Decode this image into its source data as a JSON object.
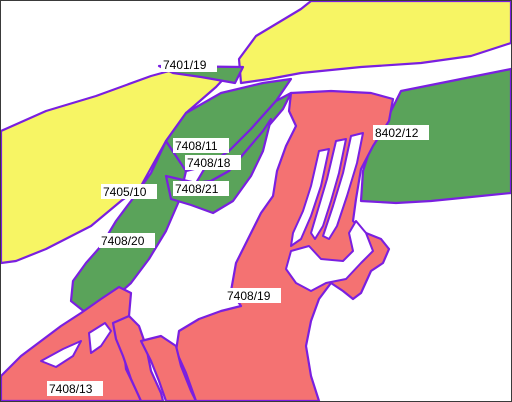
{
  "colors": {
    "green": "#5aa35a",
    "salmon": "#f47272",
    "yellow": "#f7f564",
    "boundary": "#7a1fe0",
    "background": "#ffffff"
  },
  "parcels": {
    "p7401_19": "7401/19",
    "p7408_11": "7408/11",
    "p7408_18": "7408/18",
    "p7408_21": "7408/21",
    "p7405_10": "7405/10",
    "p7408_20": "7408/20",
    "p7408_19": "7408/19",
    "p8402_12": "8402/12",
    "p7408_13": "7408/13"
  }
}
